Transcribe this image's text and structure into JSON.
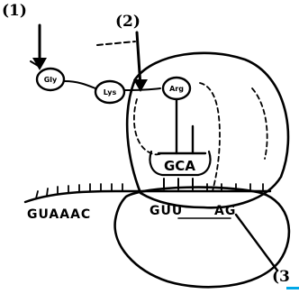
{
  "labels": {
    "label_1": "(1)",
    "label_2": "(2)",
    "label_3": "(3"
  },
  "amino_acids": [
    "Gly",
    "Lys",
    "Arg"
  ],
  "anticodon": "GCA",
  "mrna": {
    "left": "GUAAAC",
    "middle": "GUU",
    "right": "AG"
  },
  "colors": {
    "ink": "#000000",
    "background": "#ffffff",
    "corner_mark": "#00a8e8"
  }
}
